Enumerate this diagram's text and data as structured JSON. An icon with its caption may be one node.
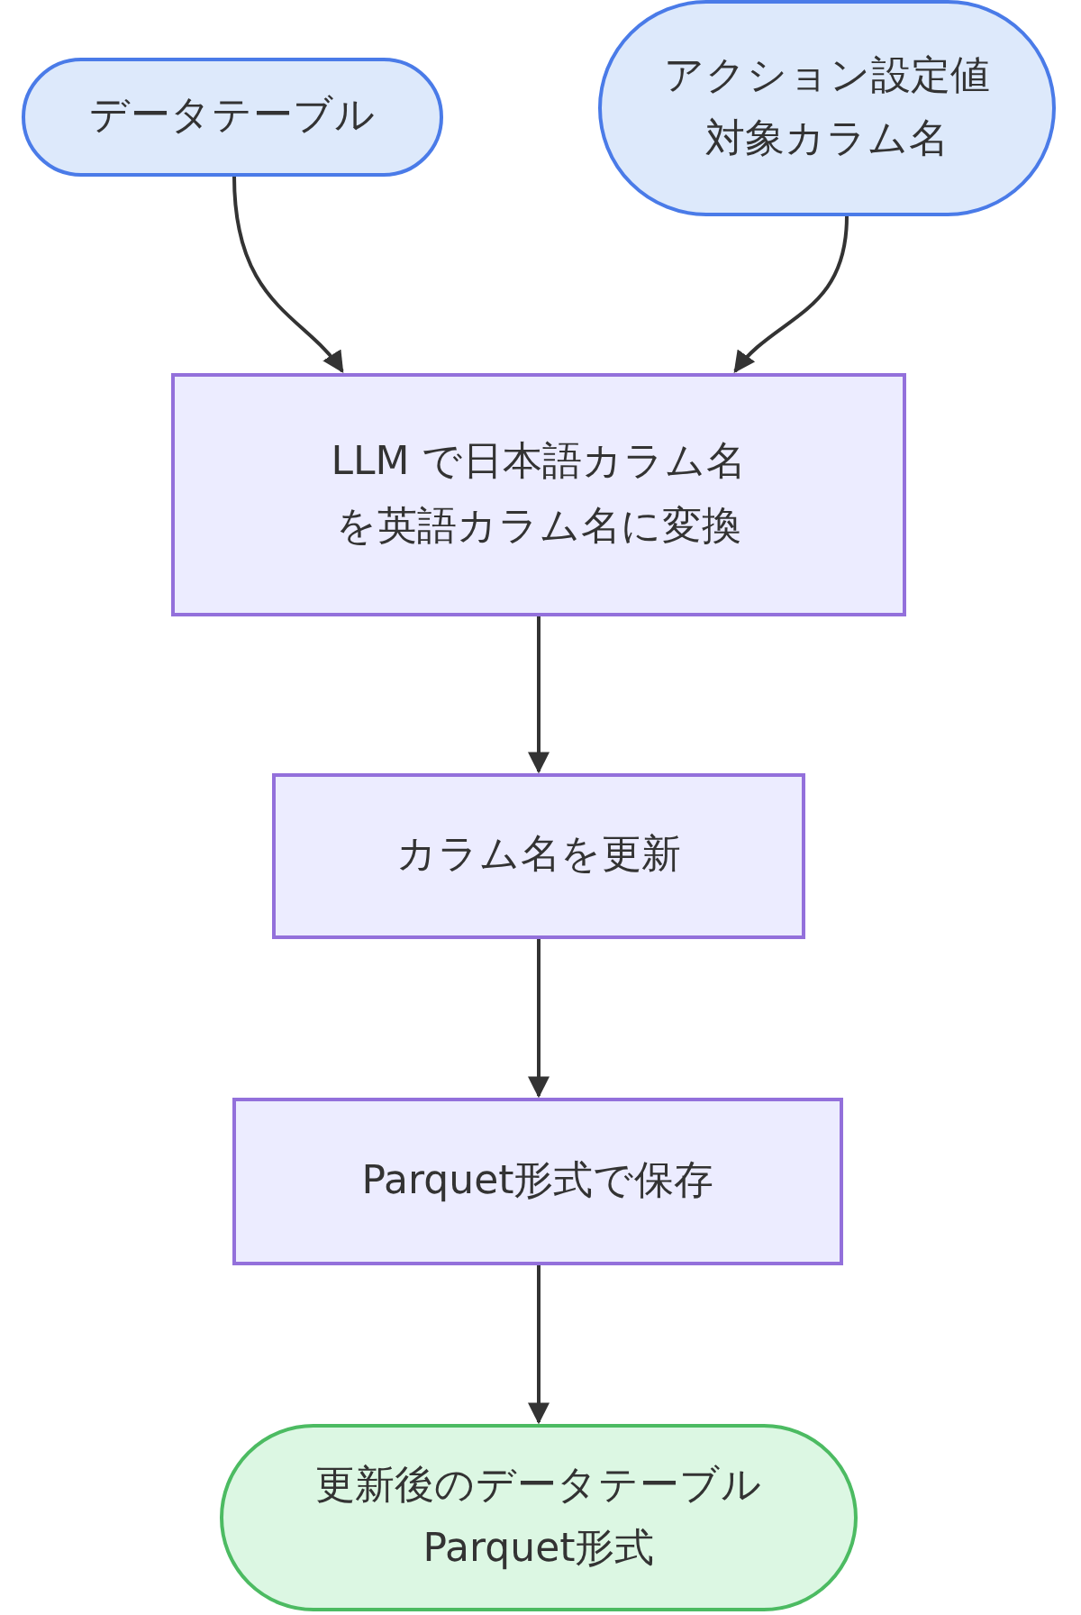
{
  "diagram": {
    "nodes": [
      {
        "text": [
          "データテーブル"
        ]
      },
      {
        "text": [
          "アクション設定値",
          "対象カラム名"
        ]
      },
      {
        "text": [
          "LLM で日本語カラム名を英語カラム名に変換"
        ]
      },
      {
        "text": [
          "カラム名を更新"
        ]
      },
      {
        "text": [
          "Parquet形式で保存"
        ]
      },
      {
        "text": [
          "更新後のデータテーブル",
          "Parquet形式"
        ]
      }
    ],
    "edges": [
      {
        "from": 0,
        "to": 2,
        "arrow": "to"
      },
      {
        "from": 1,
        "to": 2,
        "arrow": "to"
      },
      {
        "from": 2,
        "to": 3,
        "arrow": "to"
      },
      {
        "from": 3,
        "to": 4,
        "arrow": "to"
      },
      {
        "from": 4,
        "to": 5,
        "arrow": "to"
      }
    ]
  }
}
